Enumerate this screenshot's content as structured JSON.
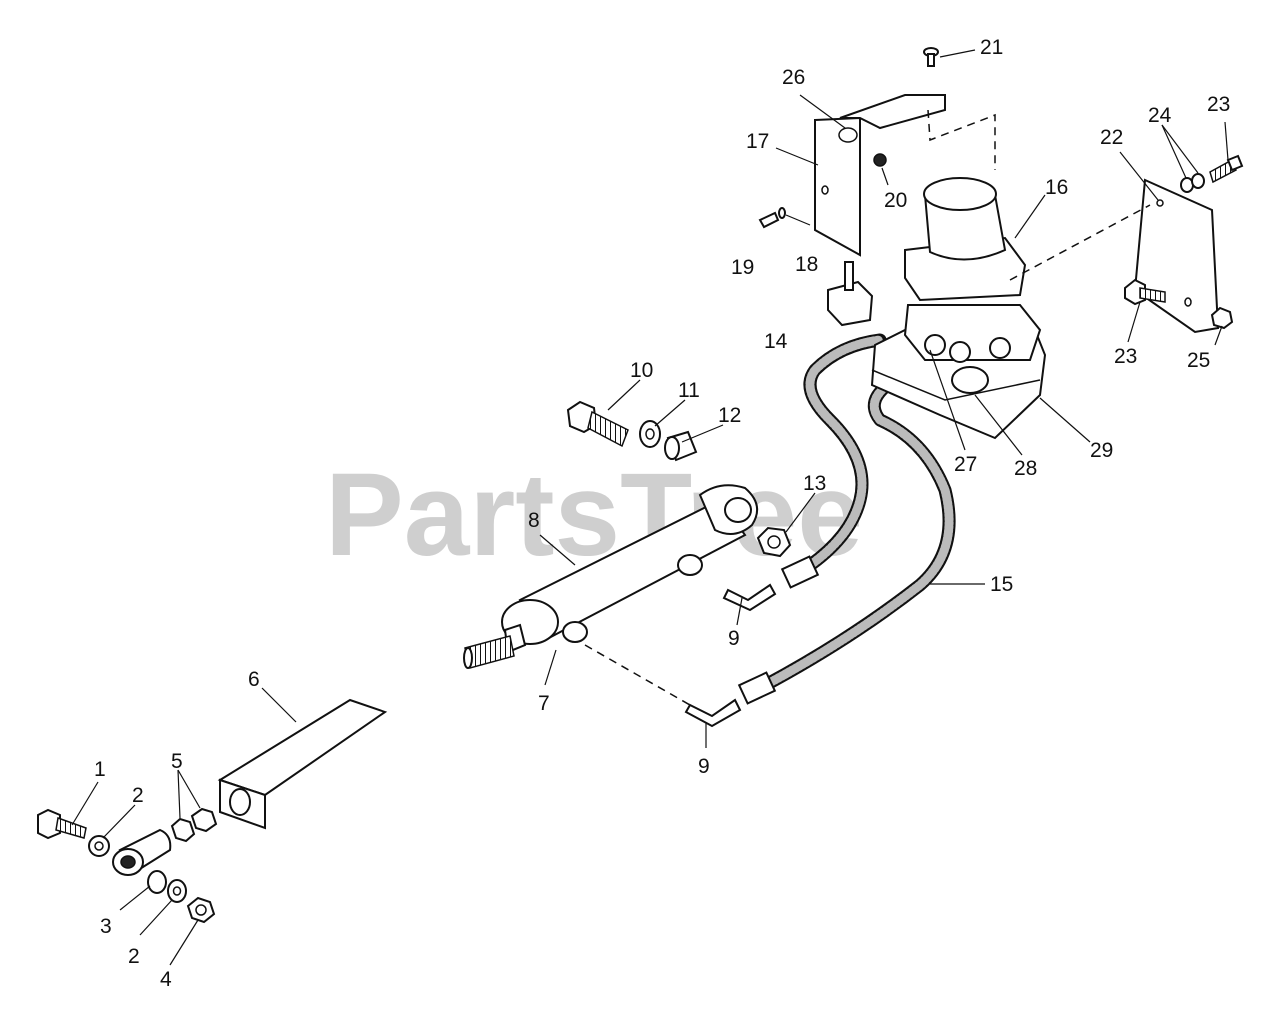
{
  "watermark": {
    "text": "PartsTree",
    "trademark": "™"
  },
  "callouts": [
    {
      "id": "c1",
      "label": "1"
    },
    {
      "id": "c2a",
      "label": "2"
    },
    {
      "id": "c2b",
      "label": "2"
    },
    {
      "id": "c3",
      "label": "3"
    },
    {
      "id": "c4",
      "label": "4"
    },
    {
      "id": "c5",
      "label": "5"
    },
    {
      "id": "c6",
      "label": "6"
    },
    {
      "id": "c7",
      "label": "7"
    },
    {
      "id": "c8",
      "label": "8"
    },
    {
      "id": "c9a",
      "label": "9"
    },
    {
      "id": "c9b",
      "label": "9"
    },
    {
      "id": "c10",
      "label": "10"
    },
    {
      "id": "c11",
      "label": "11"
    },
    {
      "id": "c12",
      "label": "12"
    },
    {
      "id": "c13",
      "label": "13"
    },
    {
      "id": "c14",
      "label": "14"
    },
    {
      "id": "c15",
      "label": "15"
    },
    {
      "id": "c16",
      "label": "16"
    },
    {
      "id": "c17",
      "label": "17"
    },
    {
      "id": "c18",
      "label": "18"
    },
    {
      "id": "c19",
      "label": "19"
    },
    {
      "id": "c20",
      "label": "20"
    },
    {
      "id": "c21",
      "label": "21"
    },
    {
      "id": "c22",
      "label": "22"
    },
    {
      "id": "c23a",
      "label": "23"
    },
    {
      "id": "c23b",
      "label": "23"
    },
    {
      "id": "c24",
      "label": "24"
    },
    {
      "id": "c25",
      "label": "25"
    },
    {
      "id": "c26",
      "label": "26"
    },
    {
      "id": "c27",
      "label": "27"
    },
    {
      "id": "c28",
      "label": "28"
    },
    {
      "id": "c29",
      "label": "29"
    }
  ]
}
